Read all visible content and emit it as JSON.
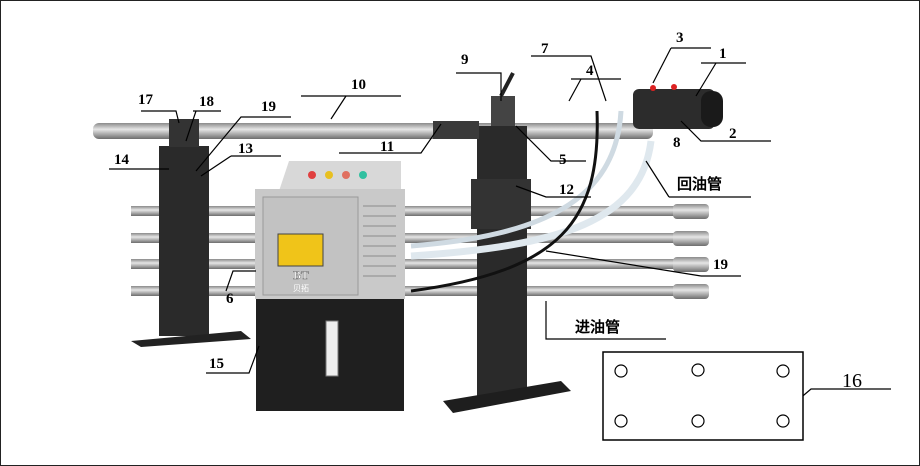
{
  "labels": {
    "l1": "1",
    "l2": "2",
    "l3": "3",
    "l4": "4",
    "l5": "5",
    "l6": "6",
    "l7": "7",
    "l8": "8",
    "l9": "9",
    "l10": "10",
    "l11": "11",
    "l12": "12",
    "l13": "13",
    "l14": "14",
    "l15": "15",
    "l16": "16",
    "l17": "17",
    "l18": "18",
    "l19a": "19",
    "l19b": "19"
  },
  "annotations": {
    "return_pipe": "回油管",
    "inlet_pipe": "进油管"
  },
  "logo": {
    "text": "BT",
    "sub": "贝拓"
  },
  "colors": {
    "pillar": "#2a2a2a",
    "cabinet": "#c9c9c9",
    "tube": "#b0b0b0",
    "hose": "#dfe8ee",
    "warning": "#f0c419"
  }
}
